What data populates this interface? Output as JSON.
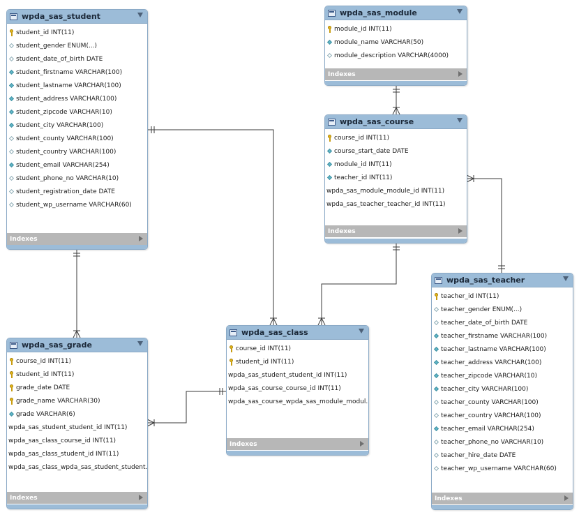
{
  "diagram": {
    "indexes_label": "Indexes",
    "tables": [
      {
        "id": "student",
        "name": "wpda_sas_student",
        "columns": [
          {
            "text": "student_id INT(11)",
            "marker": "pk"
          },
          {
            "text": "student_gender ENUM(...)",
            "marker": "hollow"
          },
          {
            "text": "student_date_of_birth DATE",
            "marker": "hollow"
          },
          {
            "text": "student_firstname VARCHAR(100)",
            "marker": "diamond"
          },
          {
            "text": "student_lastname VARCHAR(100)",
            "marker": "diamond"
          },
          {
            "text": "student_address VARCHAR(100)",
            "marker": "diamond"
          },
          {
            "text": "student_zipcode VARCHAR(10)",
            "marker": "diamond"
          },
          {
            "text": "student_city VARCHAR(100)",
            "marker": "diamond"
          },
          {
            "text": "student_county VARCHAR(100)",
            "marker": "hollow"
          },
          {
            "text": "student_country VARCHAR(100)",
            "marker": "hollow"
          },
          {
            "text": "student_email VARCHAR(254)",
            "marker": "diamond"
          },
          {
            "text": "student_phone_no VARCHAR(10)",
            "marker": "hollow"
          },
          {
            "text": "student_registration_date DATE",
            "marker": "hollow"
          },
          {
            "text": "student_wp_username VARCHAR(60)",
            "marker": "hollow"
          }
        ]
      },
      {
        "id": "module",
        "name": "wpda_sas_module",
        "columns": [
          {
            "text": "module_id INT(11)",
            "marker": "pk"
          },
          {
            "text": "module_name VARCHAR(50)",
            "marker": "diamond"
          },
          {
            "text": "module_description VARCHAR(4000)",
            "marker": "hollow"
          }
        ]
      },
      {
        "id": "course",
        "name": "wpda_sas_course",
        "columns": [
          {
            "text": "course_id INT(11)",
            "marker": "pk"
          },
          {
            "text": "course_start_date DATE",
            "marker": "diamond"
          },
          {
            "text": "module_id INT(11)",
            "marker": "diamond"
          },
          {
            "text": "teacher_id INT(11)",
            "marker": "diamond"
          },
          {
            "text": "wpda_sas_module_module_id INT(11)",
            "marker": "none"
          },
          {
            "text": "wpda_sas_teacher_teacher_id INT(11)",
            "marker": "none"
          }
        ]
      },
      {
        "id": "teacher",
        "name": "wpda_sas_teacher",
        "columns": [
          {
            "text": "teacher_id INT(11)",
            "marker": "pk"
          },
          {
            "text": "teacher_gender ENUM(...)",
            "marker": "hollow"
          },
          {
            "text": "teacher_date_of_birth DATE",
            "marker": "hollow"
          },
          {
            "text": "teacher_firstname VARCHAR(100)",
            "marker": "diamond"
          },
          {
            "text": "teacher_lastname VARCHAR(100)",
            "marker": "diamond"
          },
          {
            "text": "teacher_address VARCHAR(100)",
            "marker": "diamond"
          },
          {
            "text": "teacher_zipcode VARCHAR(10)",
            "marker": "diamond"
          },
          {
            "text": "teacher_city VARCHAR(100)",
            "marker": "diamond"
          },
          {
            "text": "teacher_county VARCHAR(100)",
            "marker": "hollow"
          },
          {
            "text": "teacher_country VARCHAR(100)",
            "marker": "hollow"
          },
          {
            "text": "teacher_email VARCHAR(254)",
            "marker": "diamond"
          },
          {
            "text": "teacher_phone_no VARCHAR(10)",
            "marker": "hollow"
          },
          {
            "text": "teacher_hire_date DATE",
            "marker": "hollow"
          },
          {
            "text": "teacher_wp_username VARCHAR(60)",
            "marker": "hollow"
          }
        ]
      },
      {
        "id": "grade",
        "name": "wpda_sas_grade",
        "columns": [
          {
            "text": "course_id INT(11)",
            "marker": "pk"
          },
          {
            "text": "student_id INT(11)",
            "marker": "pk"
          },
          {
            "text": "grade_date DATE",
            "marker": "pk"
          },
          {
            "text": "grade_name VARCHAR(30)",
            "marker": "pk"
          },
          {
            "text": "grade VARCHAR(6)",
            "marker": "diamond"
          },
          {
            "text": "wpda_sas_student_student_id INT(11)",
            "marker": "none"
          },
          {
            "text": "wpda_sas_class_course_id INT(11)",
            "marker": "none"
          },
          {
            "text": "wpda_sas_class_student_id INT(11)",
            "marker": "none"
          },
          {
            "text": "wpda_sas_class_wpda_sas_student_student...",
            "marker": "none"
          }
        ]
      },
      {
        "id": "class",
        "name": "wpda_sas_class",
        "columns": [
          {
            "text": "course_id INT(11)",
            "marker": "pk"
          },
          {
            "text": "student_id INT(11)",
            "marker": "pk"
          },
          {
            "text": "wpda_sas_student_student_id INT(11)",
            "marker": "none"
          },
          {
            "text": "wpda_sas_course_course_id INT(11)",
            "marker": "none"
          },
          {
            "text": "wpda_sas_course_wpda_sas_module_modul...",
            "marker": "none"
          }
        ]
      }
    ],
    "relationships": [
      {
        "from": "student",
        "to": "class",
        "from_end": "one",
        "to_end": "many"
      },
      {
        "from": "student",
        "to": "grade",
        "from_end": "one",
        "to_end": "many"
      },
      {
        "from": "module",
        "to": "course",
        "from_end": "one",
        "to_end": "many"
      },
      {
        "from": "course",
        "to": "class",
        "from_end": "one",
        "to_end": "many"
      },
      {
        "from": "teacher",
        "to": "course",
        "from_end": "one",
        "to_end": "many"
      },
      {
        "from": "class",
        "to": "grade",
        "from_end": "one",
        "to_end": "many"
      }
    ]
  }
}
